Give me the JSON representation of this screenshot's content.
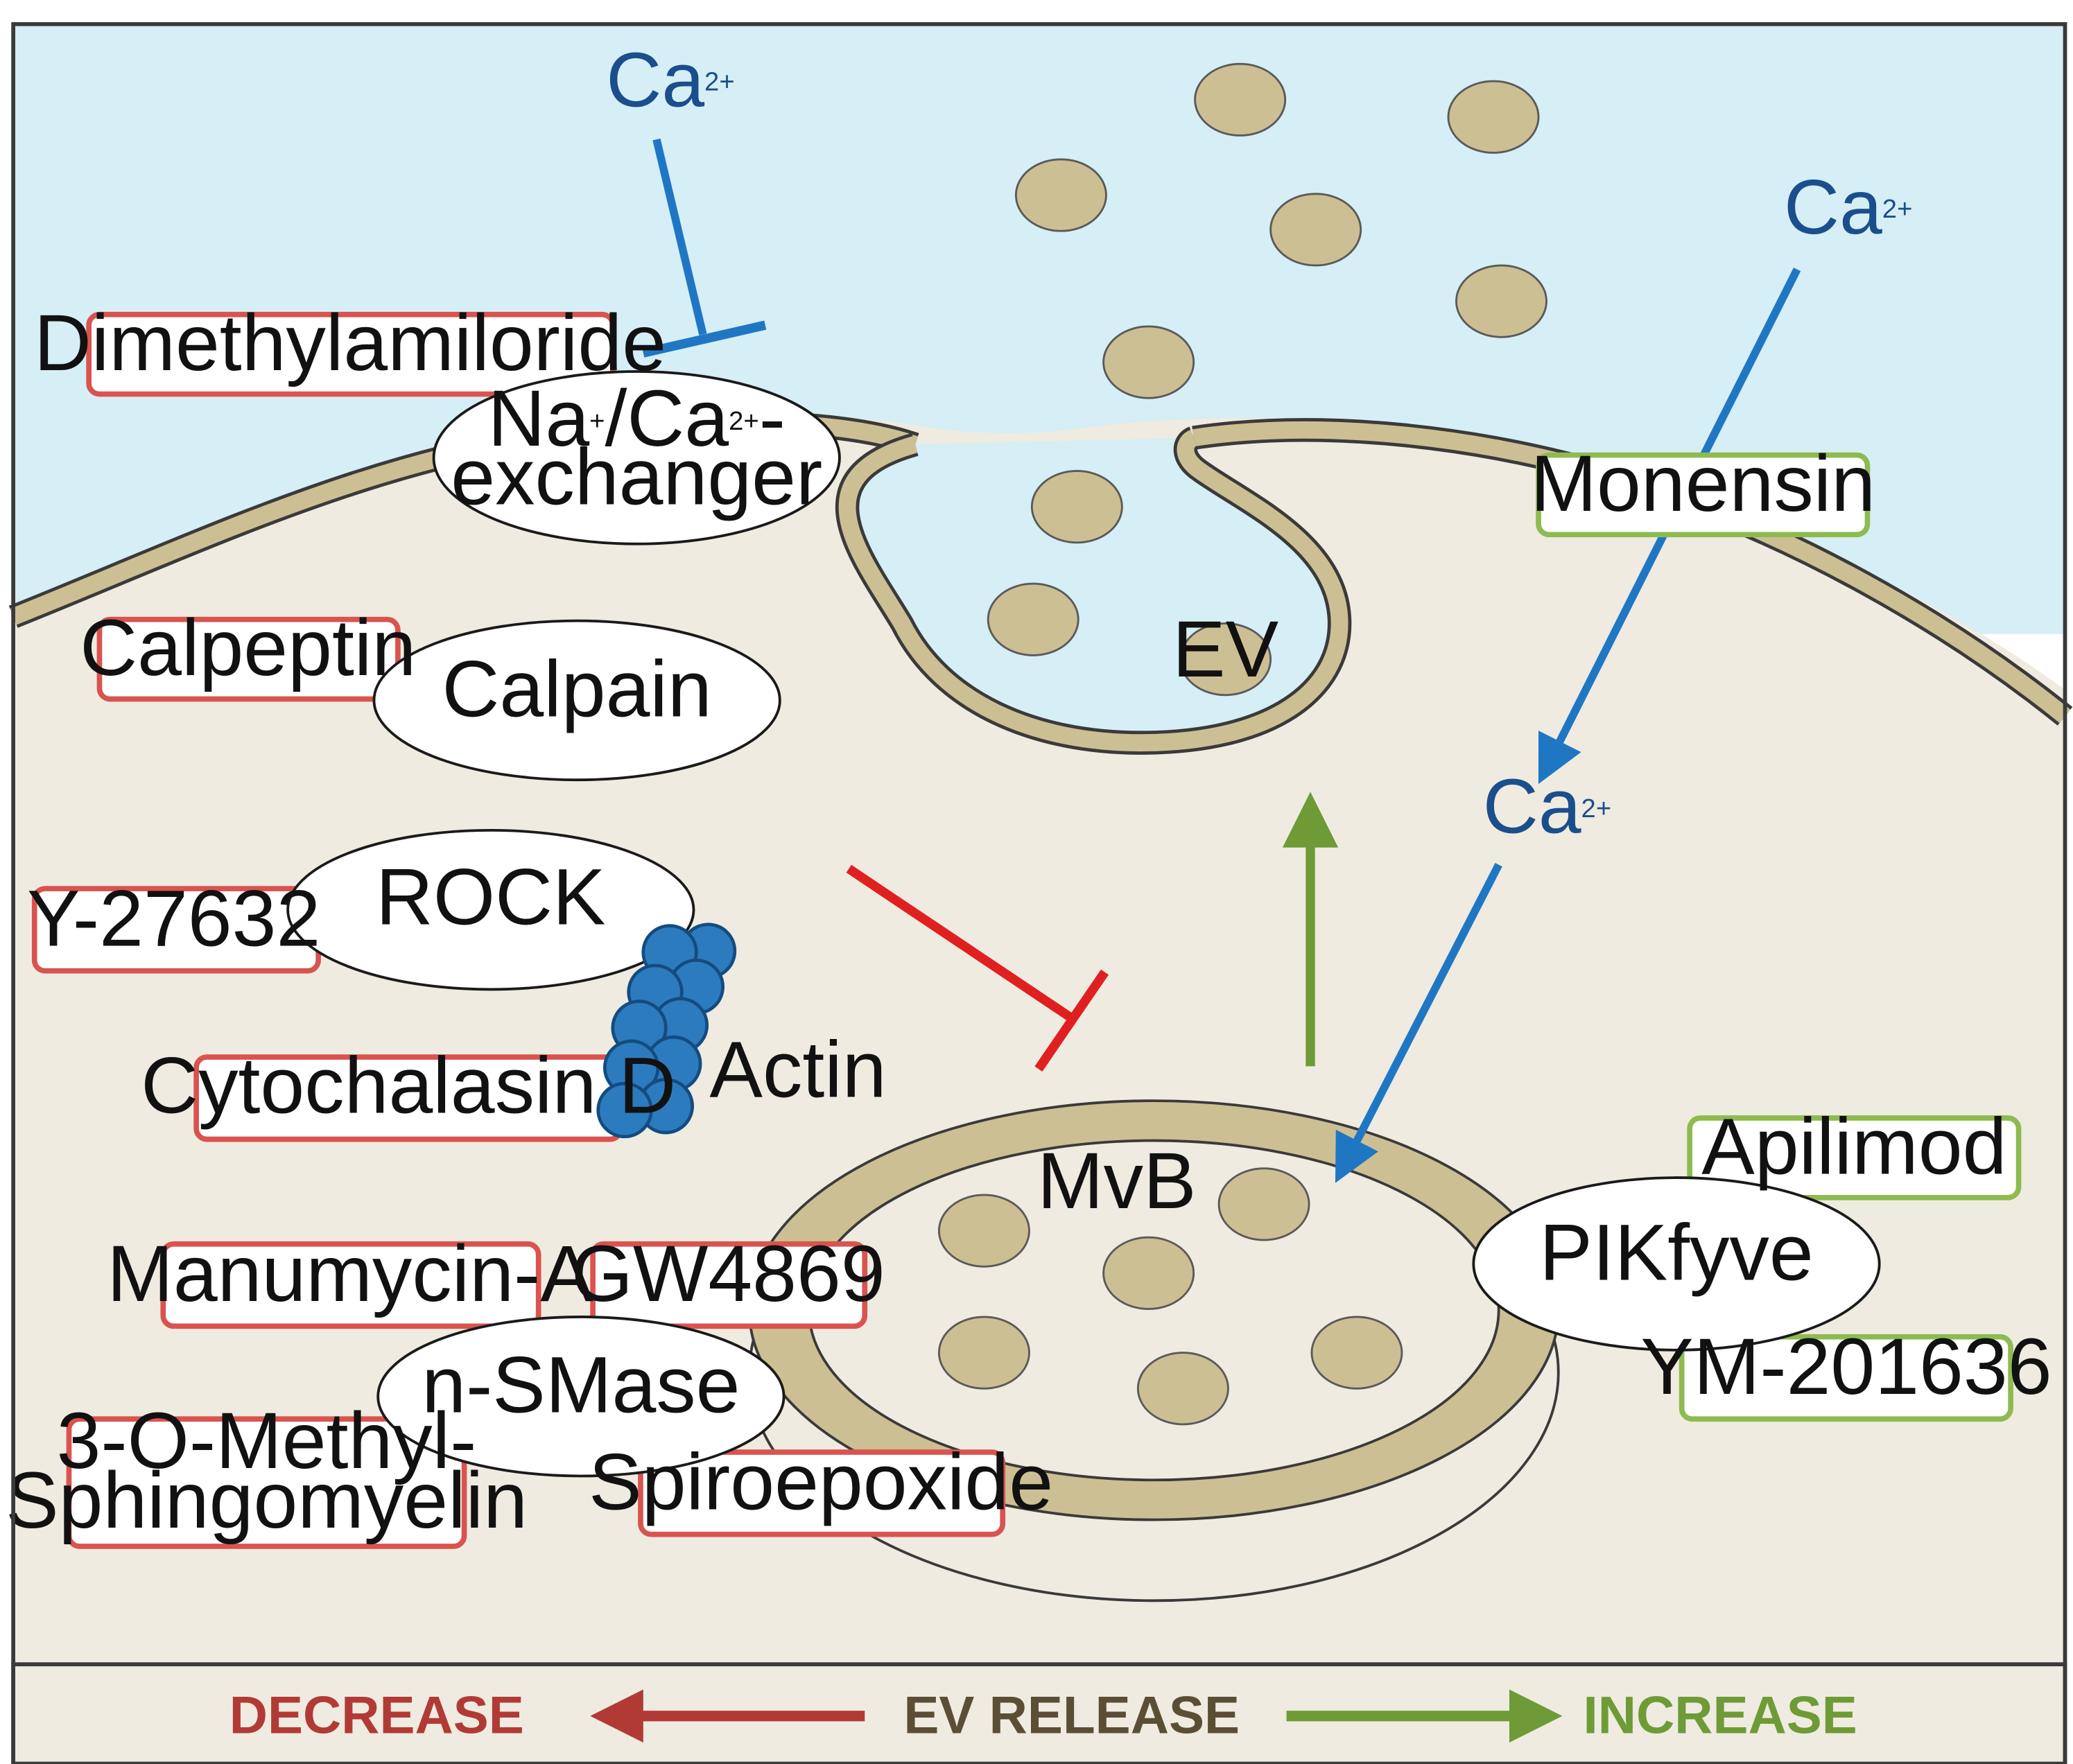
{
  "colors": {
    "extracellular": "#d6eef5",
    "cytoplasm": "#efebe1",
    "membrane": "#cdbf94",
    "vesicle": "#cdbf94",
    "inhibitor_border": "#d9534f",
    "activator_border": "#8dbb4f",
    "calcium_arrow": "#1f77c4",
    "inhibit_arrow": "#e02020",
    "promote_arrow": "#6e9b35",
    "actin": "#2d7bbf",
    "decrease_text": "#b23a35",
    "increase_text": "#6e9b35",
    "release_text": "#5a4e35"
  },
  "calcium": {
    "base": "Ca",
    "charge": "2+"
  },
  "inhibitors": {
    "dimethylamiloride": "Dimethylamiloride",
    "calpeptin": "Calpeptin",
    "y27632": "Y-27632",
    "cytochalasin": "Cytochalasin D",
    "manumycin": "Manumycin-A",
    "gw4869": "GW4869",
    "methyl_line1": "3-O-Methyl-",
    "methyl_line2": "Sphingomyelin",
    "spiroepoxide": "Spiroepoxide"
  },
  "activators": {
    "monensin": "Monensin",
    "apilimod": "Apilimod",
    "ym201636": "YM-201636"
  },
  "targets": {
    "exchanger_line1_a": "Na",
    "exchanger_line1_sup1": "+",
    "exchanger_line1_b": "/Ca",
    "exchanger_line1_sup2": "2+",
    "exchanger_line1_c": "-",
    "exchanger_line2": "exchanger",
    "calpain": "Calpain",
    "rock": "ROCK",
    "nsmase": "n-SMase",
    "pikfyve": "PIKfyve"
  },
  "labels": {
    "actin": "Actin",
    "mvb": "MvB",
    "ev": "EV"
  },
  "footer": {
    "decrease": "DECREASE",
    "release": "EV RELEASE",
    "increase": "INCREASE"
  }
}
